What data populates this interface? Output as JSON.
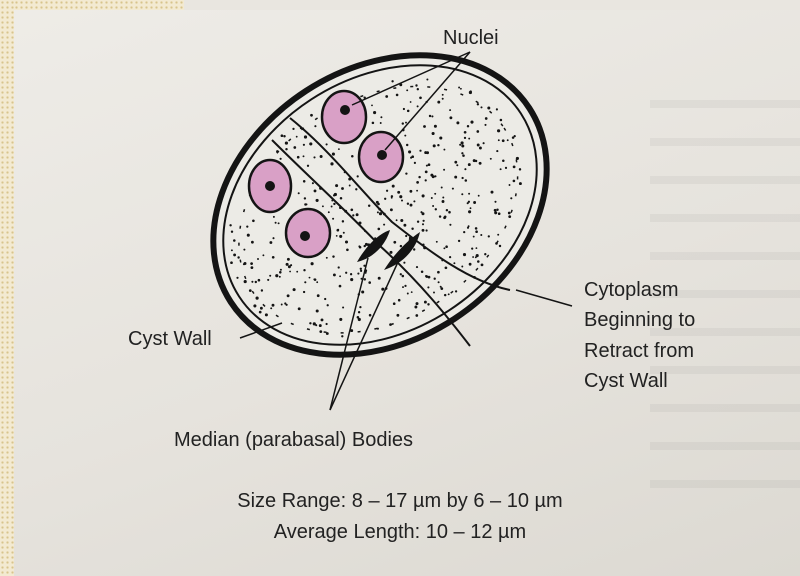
{
  "labels": {
    "nuclei": "Nuclei",
    "cytoplasm_lines": [
      "Cytoplasm",
      "Beginning to",
      "Retract from",
      "Cyst Wall"
    ],
    "cyst_wall": "Cyst Wall",
    "median_bodies": "Median (parabasal) Bodies"
  },
  "caption": {
    "size_range": "Size Range: 8 – 17 µm by 6 – 10 µm",
    "average_length": "Average Length: 10 – 12 µm"
  },
  "colors": {
    "nucleus_fill": "#d9a0c6",
    "ink": "#141414"
  }
}
